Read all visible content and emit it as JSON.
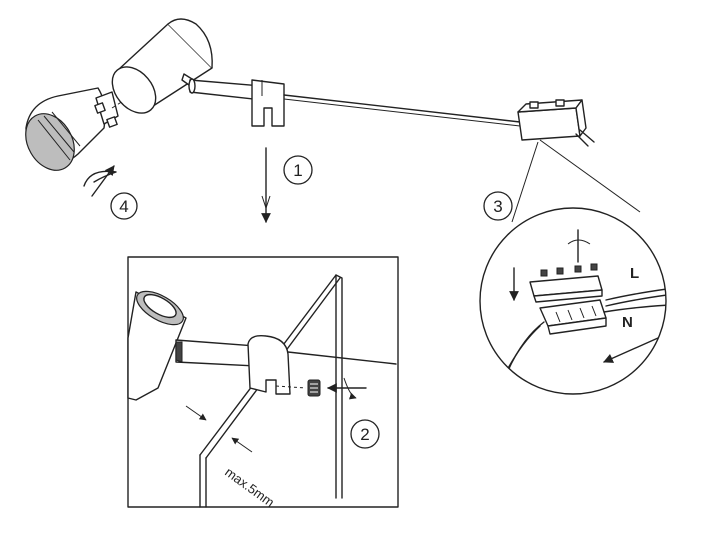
{
  "steps": {
    "one": "1",
    "two": "2",
    "three": "3",
    "four": "4"
  },
  "wires": {
    "live": "L",
    "neutral": "N"
  },
  "note": {
    "gap": "max.5mm"
  }
}
